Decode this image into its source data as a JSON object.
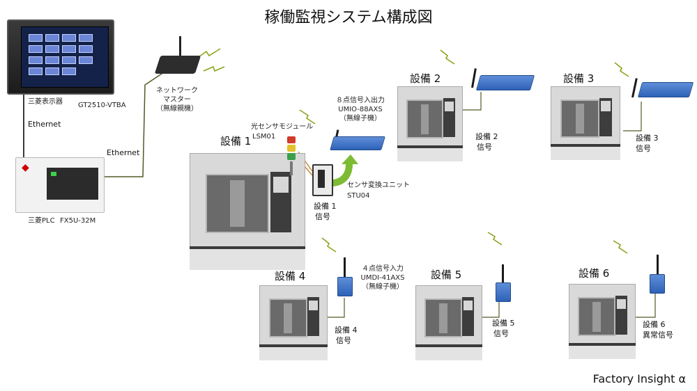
{
  "title": "稼働監視システム構成図",
  "brand": "Factory Insight α",
  "colors": {
    "wire": "#4f5a26",
    "wireless": "#8aa51c",
    "arrow": "#7dbb35",
    "device_blue": "#2e62b8"
  },
  "hmi": {
    "name": "三菱表示器",
    "model": "GT2510-VTBA"
  },
  "plc": {
    "name": "三菱PLC",
    "model": "FX5U-32M"
  },
  "links": {
    "hmi_plc": "Ethernet",
    "plc_master": "Ethernet"
  },
  "master": {
    "line1": "ネットワーク",
    "line2": "マスター",
    "line3": "（無線親機）"
  },
  "sensor_module": {
    "line1": "光センサモジュール",
    "line2": "LSM01"
  },
  "converter": {
    "line1": "センサ変換ユニット",
    "line2": "STU04"
  },
  "io8": {
    "line1": "８点信号入出力",
    "line2": "UMIO-88AXS",
    "line3": "（無線子機）"
  },
  "di4": {
    "line1": "４点信号入力",
    "line2": "UMDI-41AXS",
    "line3": "（無線子機）"
  },
  "equipment": [
    {
      "label": "設備 1",
      "signal1": "設備 1",
      "signal2": "信号"
    },
    {
      "label": "設備 2",
      "signal1": "設備 2",
      "signal2": "信号"
    },
    {
      "label": "設備 3",
      "signal1": "設備 3",
      "signal2": "信号"
    },
    {
      "label": "設備 4",
      "signal1": "設備 4",
      "signal2": "信号"
    },
    {
      "label": "設備 5",
      "signal1": "設備 5",
      "signal2": "信号"
    },
    {
      "label": "設備 6",
      "signal1": "設備 6",
      "signal2": "異常信号"
    }
  ]
}
